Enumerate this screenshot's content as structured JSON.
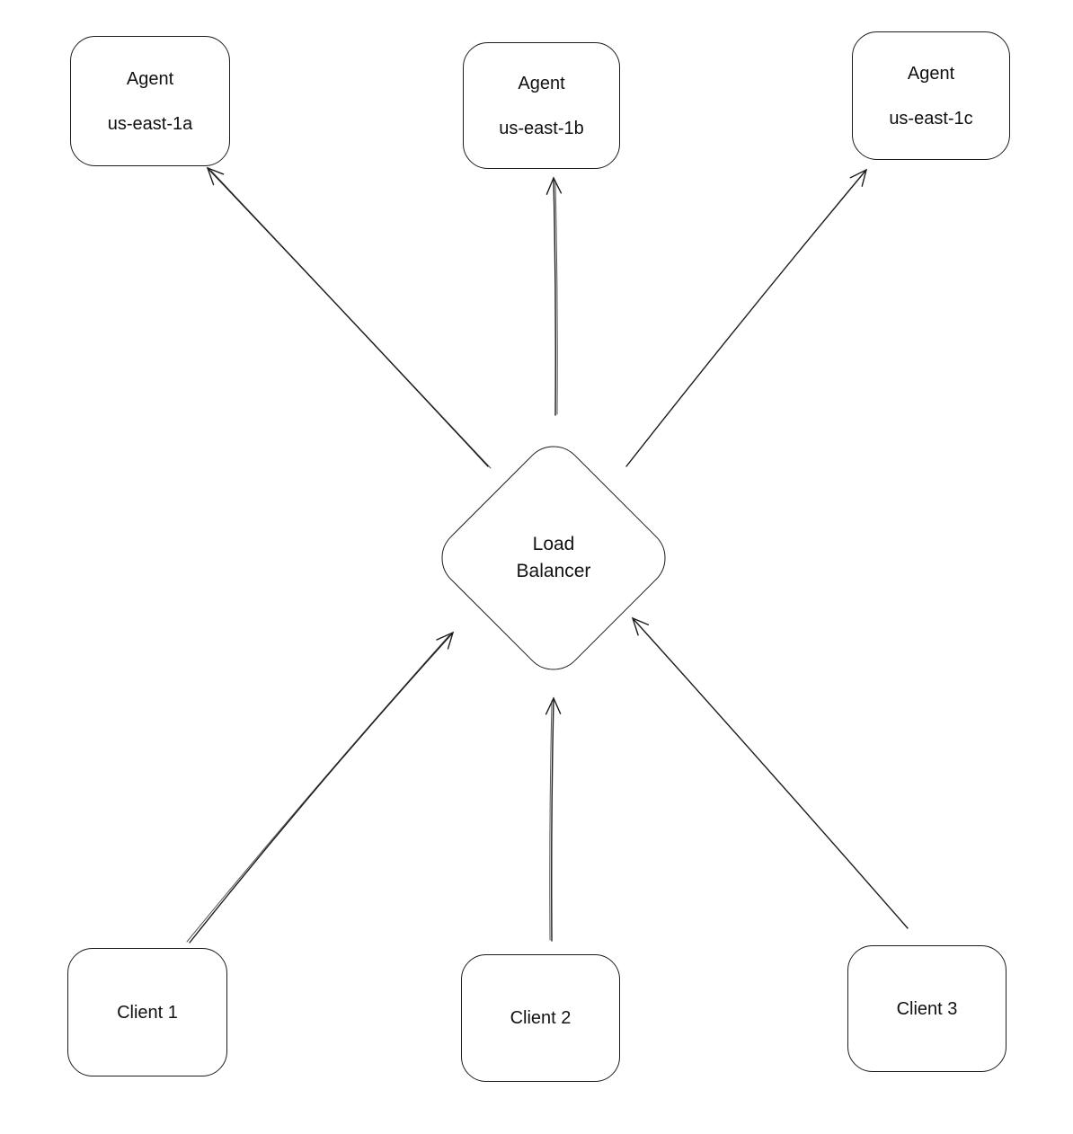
{
  "canvas": {
    "background": "#ffffff",
    "stroke_color": "#1c1c1c",
    "text_color": "#111111"
  },
  "nodes": {
    "agent_a": {
      "title": "Agent",
      "subtitle": "us-east-1a"
    },
    "agent_b": {
      "title": "Agent",
      "subtitle": "us-east-1b"
    },
    "agent_c": {
      "title": "Agent",
      "subtitle": "us-east-1c"
    },
    "load_balancer": {
      "label": "Load Balancer"
    },
    "client_1": {
      "label": "Client 1"
    },
    "client_2": {
      "label": "Client 2"
    },
    "client_3": {
      "label": "Client 3"
    }
  },
  "edges": [
    {
      "from": "Client 1",
      "to": "Load Balancer"
    },
    {
      "from": "Client 2",
      "to": "Load Balancer"
    },
    {
      "from": "Client 3",
      "to": "Load Balancer"
    },
    {
      "from": "Load Balancer",
      "to": "Agent us-east-1a"
    },
    {
      "from": "Load Balancer",
      "to": "Agent us-east-1b"
    },
    {
      "from": "Load Balancer",
      "to": "Agent us-east-1c"
    }
  ]
}
